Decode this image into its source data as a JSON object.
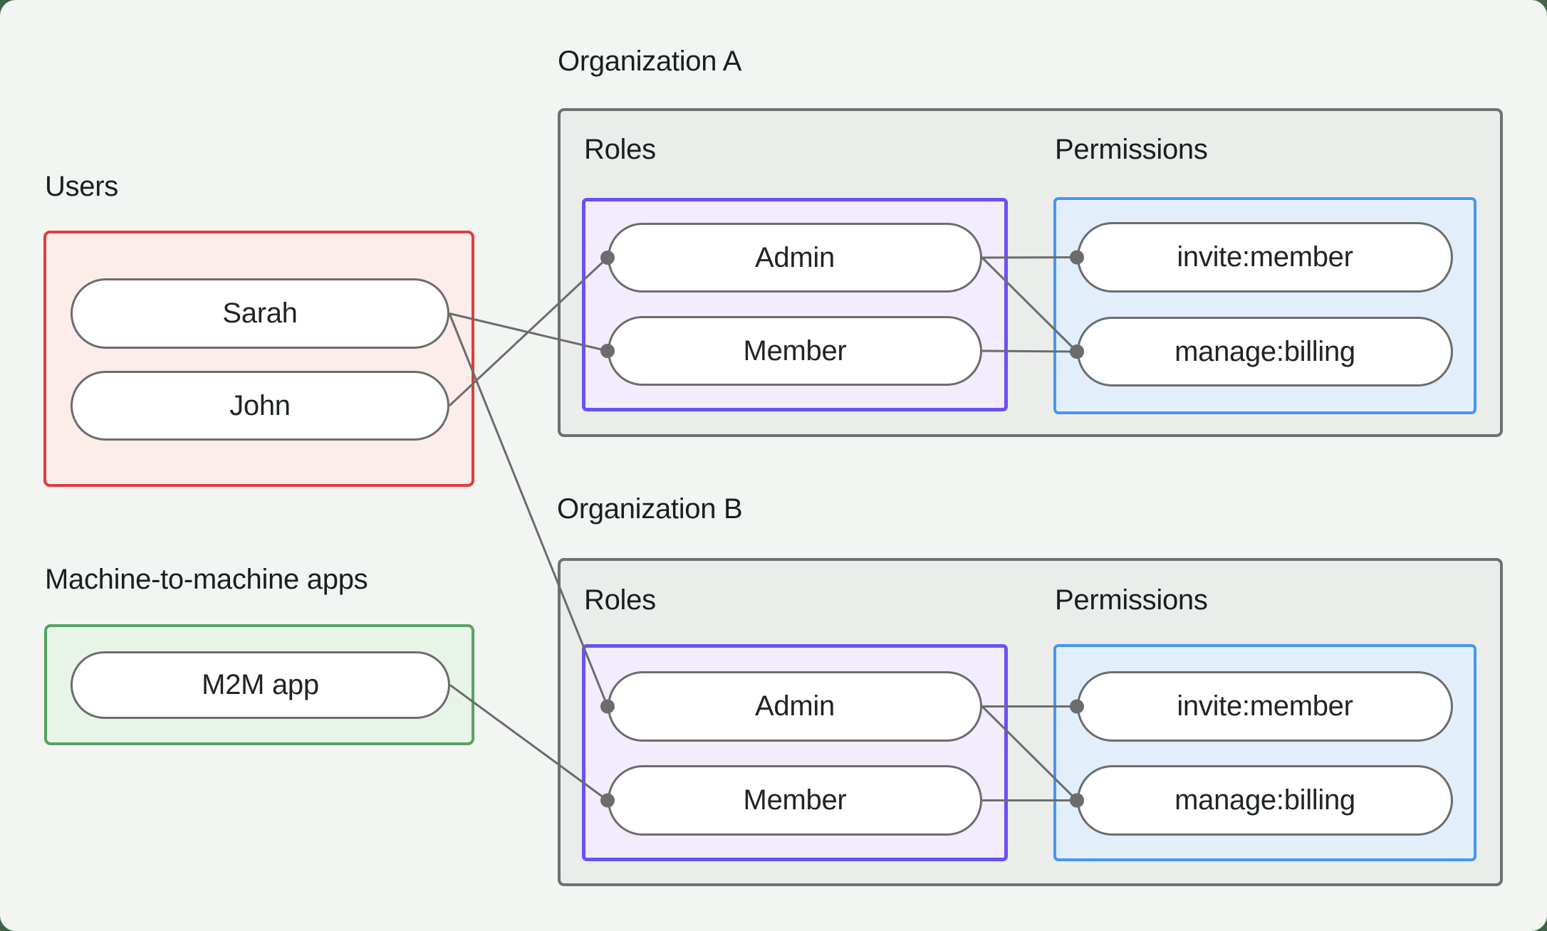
{
  "page": {
    "background_color": "#40634b",
    "card_color": "#f3f5f2"
  },
  "colors": {
    "users_border": "#df3e3c",
    "users_fill": "#fcecea",
    "m2m_border": "#57a35f",
    "m2m_fill": "#e9f4e8",
    "org_border": "#6f7070",
    "org_fill": "#ebedeb",
    "roles_border": "#6a50f8",
    "roles_fill": "#f2ecfc",
    "permissions_border": "#4795f6",
    "permissions_fill": "#e2effb",
    "pill_border": "#6b6c6c",
    "pill_fill": "#ffffff",
    "connector": "#6b6c6c",
    "text": "#1b1e20"
  },
  "users_group": {
    "heading": "Users",
    "members": [
      {
        "id": "sarah",
        "label": "Sarah"
      },
      {
        "id": "john",
        "label": "John"
      }
    ]
  },
  "m2m_group": {
    "heading": "Machine-to-machine apps",
    "members": [
      {
        "id": "m2m-app",
        "label": "M2M app"
      }
    ]
  },
  "organizations": [
    {
      "id": "org-a",
      "title": "Organization A",
      "roles_heading": "Roles",
      "permissions_heading": "Permissions",
      "roles": [
        {
          "id": "org-a-admin",
          "label": "Admin"
        },
        {
          "id": "org-a-member",
          "label": "Member"
        }
      ],
      "permissions": [
        {
          "id": "org-a-invite",
          "label": "invite:member"
        },
        {
          "id": "org-a-billing",
          "label": "manage:billing"
        }
      ]
    },
    {
      "id": "org-b",
      "title": "Organization B",
      "roles_heading": "Roles",
      "permissions_heading": "Permissions",
      "roles": [
        {
          "id": "org-b-admin",
          "label": "Admin"
        },
        {
          "id": "org-b-member",
          "label": "Member"
        }
      ],
      "permissions": [
        {
          "id": "org-b-invite",
          "label": "invite:member"
        },
        {
          "id": "org-b-billing",
          "label": "manage:billing"
        }
      ]
    }
  ],
  "connections": [
    {
      "from": "sarah",
      "to": "org-a-member"
    },
    {
      "from": "john",
      "to": "org-a-admin"
    },
    {
      "from": "sarah",
      "to": "org-b-admin"
    },
    {
      "from": "m2m-app",
      "to": "org-b-member"
    },
    {
      "from": "org-a-admin",
      "to": "org-a-invite"
    },
    {
      "from": "org-a-admin",
      "to": "org-a-billing"
    },
    {
      "from": "org-a-member",
      "to": "org-a-billing"
    },
    {
      "from": "org-b-admin",
      "to": "org-b-invite"
    },
    {
      "from": "org-b-admin",
      "to": "org-b-billing"
    },
    {
      "from": "org-b-member",
      "to": "org-b-billing"
    }
  ]
}
